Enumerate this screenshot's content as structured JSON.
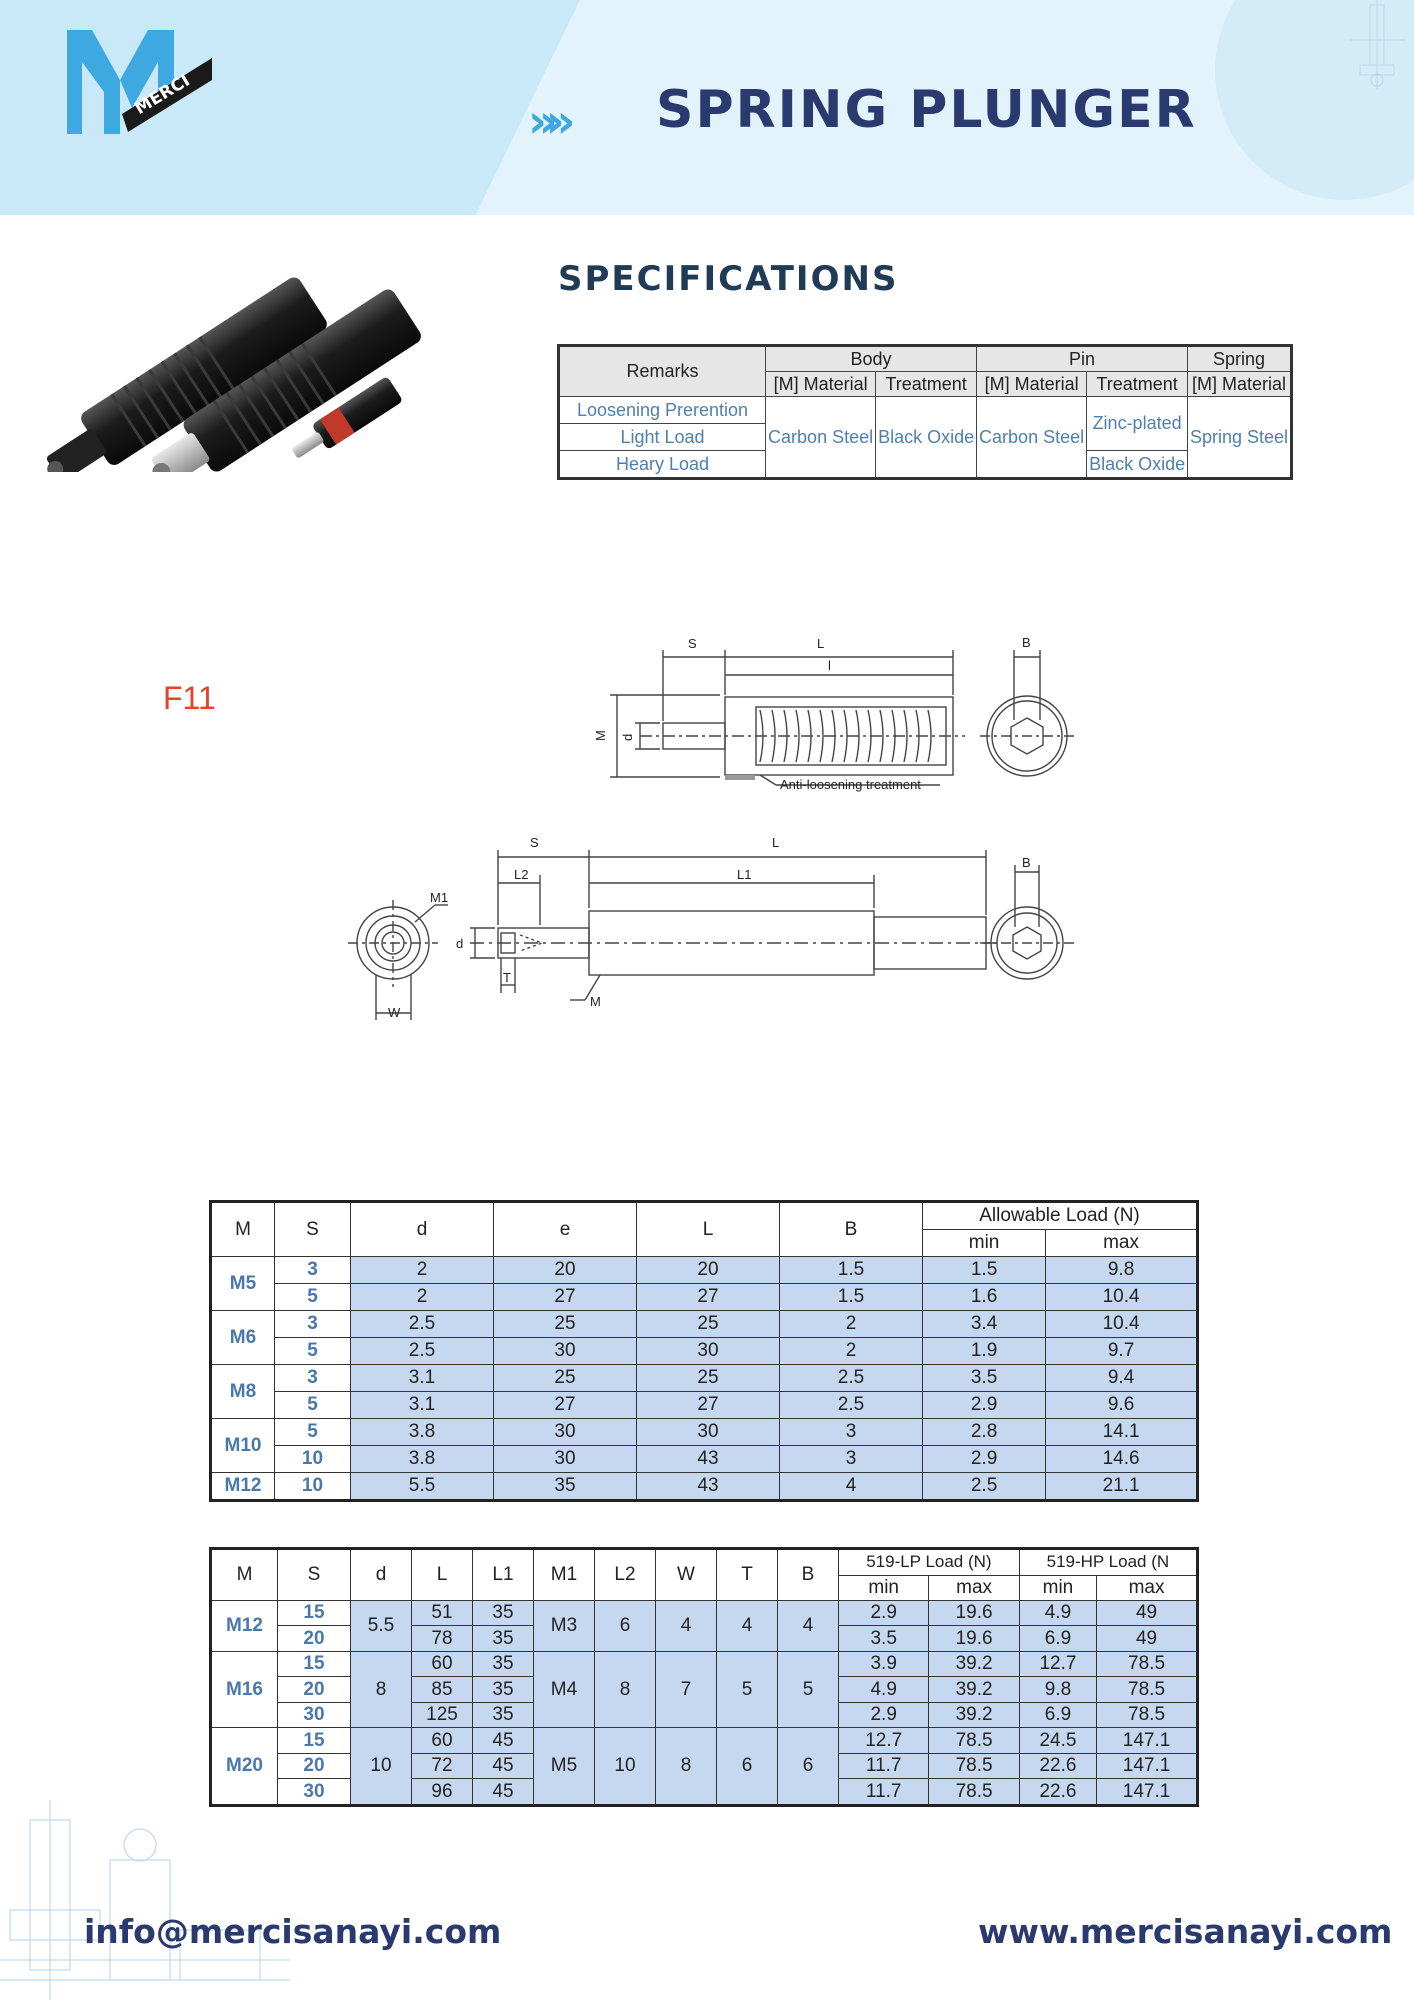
{
  "brand": {
    "logo_text": "MERCI"
  },
  "header": {
    "chevrons": "»»",
    "title": "SPRING PLUNGER"
  },
  "specifications": {
    "title": "SPECIFICATIONS",
    "head": {
      "remarks": "Remarks",
      "body": "Body",
      "pin": "Pin",
      "spring": "Spring",
      "material": "[M] Material",
      "treatment": "Treatment"
    },
    "rows": [
      "Loosening Prerention",
      "Light Load",
      "Heary Load"
    ],
    "body_material": "Carbon Steel",
    "body_treatment": "Black Oxide",
    "pin_material": "Carbon Steel",
    "pin_treatment_1": "Zinc-plated",
    "pin_treatment_2": "Black Oxide",
    "spring_material": "Spring Steel"
  },
  "model_label": "F11",
  "drawing": {
    "labels": {
      "S": "S",
      "L": "L",
      "l": "l",
      "B": "B",
      "M": "M",
      "d": "d",
      "note": "Anti-loosening treatment",
      "M1": "M1",
      "L1": "L1",
      "L2": "L2",
      "T": "T",
      "W": "W"
    }
  },
  "table1": {
    "headers": [
      "M",
      "S",
      "d",
      "e",
      "L",
      "B"
    ],
    "load_header": "Allowable Load (N)",
    "min": "min",
    "max": "max",
    "groups": [
      {
        "m": "M5",
        "rows": [
          [
            "3",
            "2",
            "20",
            "20",
            "1.5",
            "1.5",
            "9.8"
          ],
          [
            "5",
            "2",
            "27",
            "27",
            "1.5",
            "1.6",
            "10.4"
          ]
        ]
      },
      {
        "m": "M6",
        "rows": [
          [
            "3",
            "2.5",
            "25",
            "25",
            "2",
            "3.4",
            "10.4"
          ],
          [
            "5",
            "2.5",
            "30",
            "30",
            "2",
            "1.9",
            "9.7"
          ]
        ]
      },
      {
        "m": "M8",
        "rows": [
          [
            "3",
            "3.1",
            "25",
            "25",
            "2.5",
            "3.5",
            "9.4"
          ],
          [
            "5",
            "3.1",
            "27",
            "27",
            "2.5",
            "2.9",
            "9.6"
          ]
        ]
      },
      {
        "m": "M10",
        "rows": [
          [
            "5",
            "3.8",
            "30",
            "30",
            "3",
            "2.8",
            "14.1"
          ],
          [
            "10",
            "3.8",
            "30",
            "43",
            "3",
            "2.9",
            "14.6"
          ]
        ]
      },
      {
        "m": "M12",
        "rows": [
          [
            "10",
            "5.5",
            "35",
            "43",
            "4",
            "2.5",
            "21.1"
          ]
        ]
      }
    ]
  },
  "table2": {
    "headers": [
      "M",
      "S",
      "d",
      "L",
      "L1",
      "M1",
      "L2",
      "W",
      "T",
      "B"
    ],
    "lp_header": "519-LP Load (N)",
    "hp_header": "519-HP Load (N",
    "min": "min",
    "max": "max",
    "groups": [
      {
        "m": "M12",
        "d": "5.5",
        "m1": "M3",
        "l2": "6",
        "w": "4",
        "t": "4",
        "b": "4",
        "rows": [
          [
            "15",
            "51",
            "35",
            "2.9",
            "19.6",
            "4.9",
            "49"
          ],
          [
            "20",
            "78",
            "35",
            "3.5",
            "19.6",
            "6.9",
            "49"
          ]
        ]
      },
      {
        "m": "M16",
        "d": "8",
        "m1": "M4",
        "l2": "8",
        "w": "7",
        "t": "5",
        "b": "5",
        "rows": [
          [
            "15",
            "60",
            "35",
            "3.9",
            "39.2",
            "12.7",
            "78.5"
          ],
          [
            "20",
            "85",
            "35",
            "4.9",
            "39.2",
            "9.8",
            "78.5"
          ],
          [
            "30",
            "125",
            "35",
            "2.9",
            "39.2",
            "6.9",
            "78.5"
          ]
        ]
      },
      {
        "m": "M20",
        "d": "10",
        "m1": "M5",
        "l2": "10",
        "w": "8",
        "t": "6",
        "b": "6",
        "rows": [
          [
            "15",
            "60",
            "45",
            "12.7",
            "78.5",
            "24.5",
            "147.1"
          ],
          [
            "20",
            "72",
            "45",
            "11.7",
            "78.5",
            "22.6",
            "147.1"
          ],
          [
            "30",
            "96",
            "45",
            "11.7",
            "78.5",
            "22.6",
            "147.1"
          ]
        ]
      }
    ]
  },
  "footer": {
    "email": "info@mercisanayi.com",
    "website": "www.mercisanayi.com"
  },
  "colors": {
    "navy": "#2b3a6e",
    "accent": "#3ea9e0",
    "cell_blue": "#c6d8ef",
    "model_red": "#e8412b"
  }
}
